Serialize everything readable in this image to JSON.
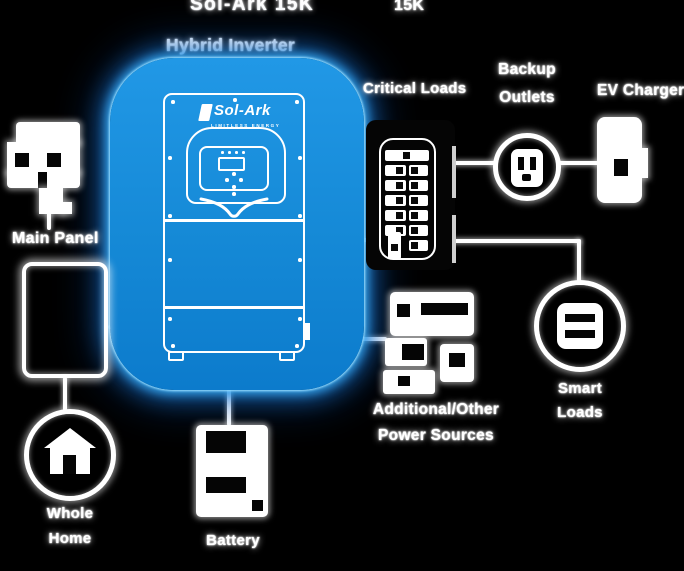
{
  "title": {
    "cropped_main": "Sol-Ark 15K",
    "cropped_fragment": "15K",
    "subtitle": "Hybrid Inverter"
  },
  "device": {
    "brand": "Sol-Ark",
    "tagline": "LIMITLESS ENERGY"
  },
  "nodes": {
    "main_panel": {
      "label": "Main Panel"
    },
    "whole_home": {
      "line1": "Whole",
      "line2": "Home"
    },
    "battery": {
      "label": "Battery"
    },
    "additional_power": {
      "line1": "Additional/Other",
      "line2": "Power Sources"
    },
    "critical_loads": {
      "label": "Critical Loads"
    },
    "backup_outlets": {
      "line1": "Backup",
      "line2": "Outlets"
    },
    "ev_charger": {
      "label": "EV Charger"
    },
    "smart_loads": {
      "line1": "Smart",
      "line2": "Loads"
    }
  },
  "colors": {
    "background": "#000000",
    "inverter_blue": "#1589d6",
    "glow_blue": "#38a9f0",
    "line_white": "#ffffff"
  }
}
